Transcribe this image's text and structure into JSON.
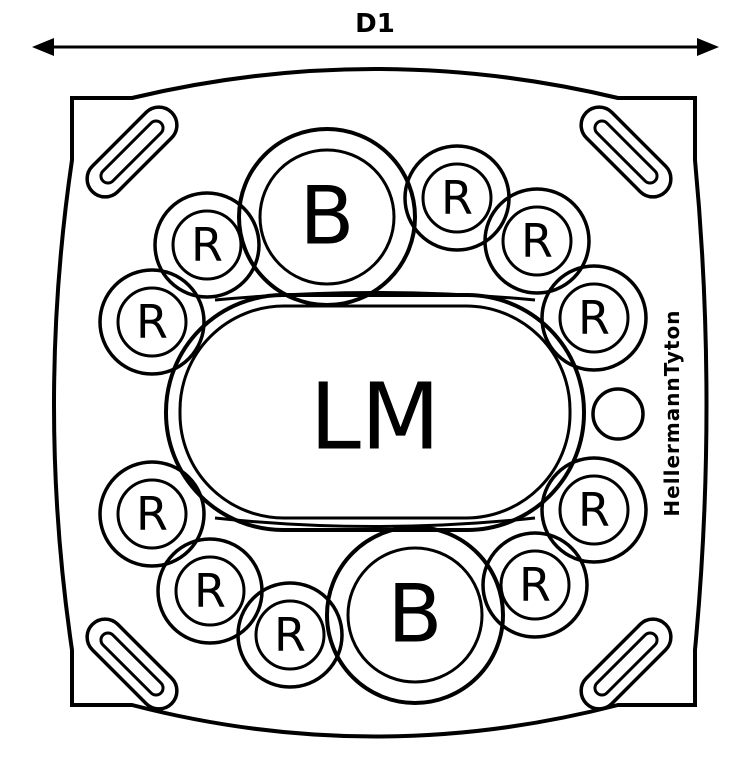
{
  "dimension_label": "D1",
  "center_port_label": "LM",
  "top_port_label": "B",
  "bottom_port_label": "B",
  "small_port_label": "R",
  "brand": "HellermannTyton",
  "colors": {
    "ink": "#000000",
    "background": "#ffffff"
  }
}
